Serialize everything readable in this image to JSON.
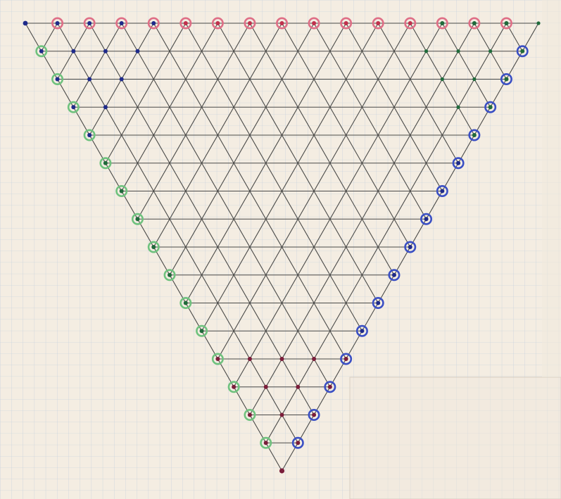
{
  "diagram": {
    "type": "triangular-lattice",
    "rows": 17,
    "orientation": "inverted-triangle",
    "colors": {
      "paper": "#f4ede2",
      "grid": "#b9cbdc",
      "lattice": "#4a4a48",
      "red": "#c0304c",
      "red_ring": "#df6e86",
      "blue": "#1e2a8a",
      "blue_ring": "#3a4fc4",
      "green": "#1f6a3a",
      "green_ring": "#6fc27e",
      "maroon": "#7a1d3a"
    },
    "marker_groups": {
      "top_edge": "red",
      "left_edge": "green",
      "right_edge": "blue",
      "upper_left_corner": "blue",
      "upper_right_corner": "green",
      "bottom_corner": "maroon"
    }
  }
}
